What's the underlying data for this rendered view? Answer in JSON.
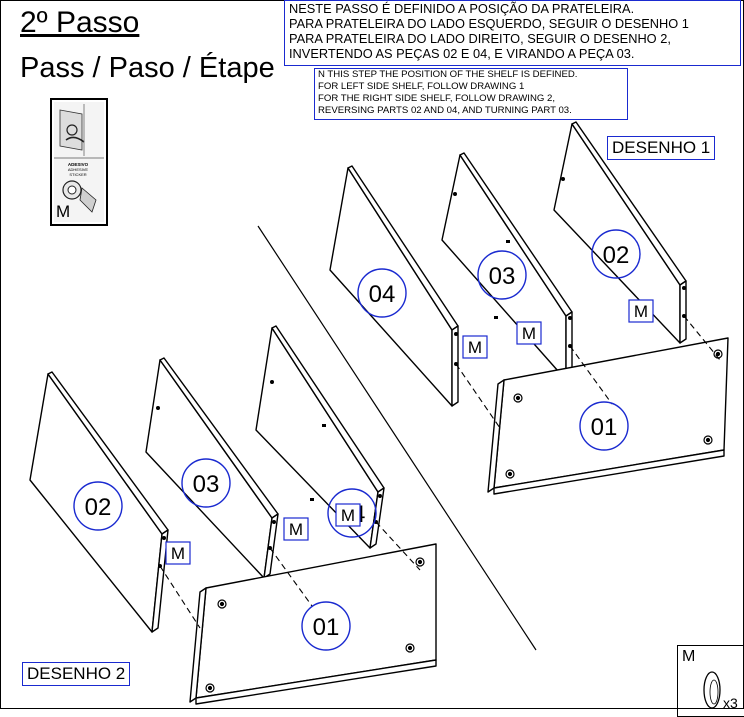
{
  "header": {
    "step_title": "2º Passo",
    "step_subtitle": "Pass / Paso / Étape"
  },
  "instructions_pt": [
    "NESTE PASSO É DEFINIDO A POSIÇÃO DA PRATELEIRA.",
    "PARA PRATELEIRA DO LADO ESQUERDO, SEGUIR O DESENHO 1",
    "PARA PRATELEIRA DO LADO DIREITO, SEGUIR O DESENHO 2,",
    "INVERTENDO AS PEÇAS 02 E 04, E VIRANDO A PEÇA 03."
  ],
  "instructions_en": [
    "N THIS STEP THE POSITION OF THE SHELF IS DEFINED.",
    "FOR LEFT SIDE SHELF, FOLLOW DRAWING 1",
    "FOR THE RIGHT SIDE SHELF, FOLLOW DRAWING 2,",
    "REVERSING PARTS 02 AND 04, AND TURNING PART 03."
  ],
  "drawing_labels": {
    "drawing_1": "DESENHO 1",
    "drawing_2": "DESENHO 2"
  },
  "thumbnail": {
    "sticker_line1": "ADESIVO",
    "sticker_line2": "ADHESIVE",
    "sticker_line3": "STICKER",
    "hardware_letter": "M"
  },
  "hardware_key": {
    "letter": "M",
    "quantity": "x3"
  },
  "parts": {
    "p01": "01",
    "p02": "02",
    "p03": "03",
    "p04": "04"
  },
  "hardware_tag": "M",
  "colors": {
    "accent_blue": "#1a2ad0",
    "line": "#000000"
  }
}
